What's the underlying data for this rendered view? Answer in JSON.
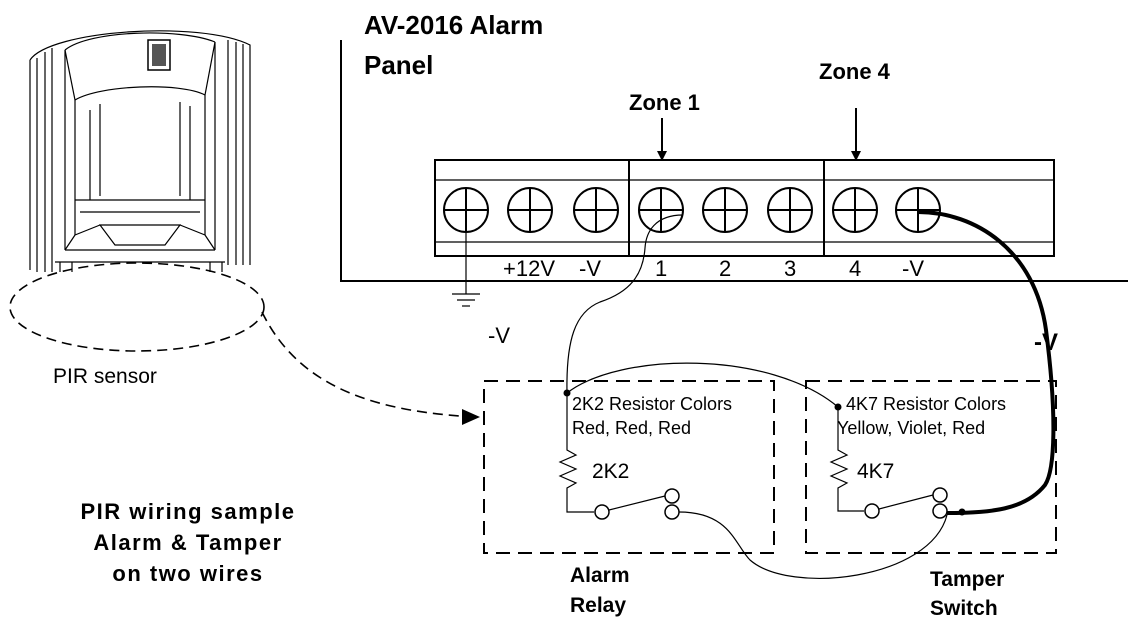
{
  "panel": {
    "title_line1": "AV-2016 Alarm",
    "title_line2": "Panel",
    "zone1_label": "Zone 1",
    "zone4_label": "Zone 4",
    "terminals": [
      "",
      "+12V",
      "-V",
      "1",
      "2",
      "3",
      "4",
      "-V"
    ]
  },
  "ground_label": "-V",
  "tamper_wire_label": "-V",
  "sensor_label": "PIR sensor",
  "caption": {
    "line1": "PIR wiring sample",
    "line2": "Alarm & Tamper",
    "line3": "on two wires"
  },
  "alarm_relay": {
    "resistor_title": "2K2 Resistor Colors",
    "resistor_colors": "Red, Red, Red",
    "resistor_value": "2K2",
    "name_line1": "Alarm",
    "name_line2": "Relay"
  },
  "tamper_switch": {
    "resistor_title": "4K7 Resistor Colors",
    "resistor_colors": "Yellow, Violet, Red",
    "resistor_value": "4K7",
    "name_line1": "Tamper",
    "name_line2": "Switch"
  }
}
